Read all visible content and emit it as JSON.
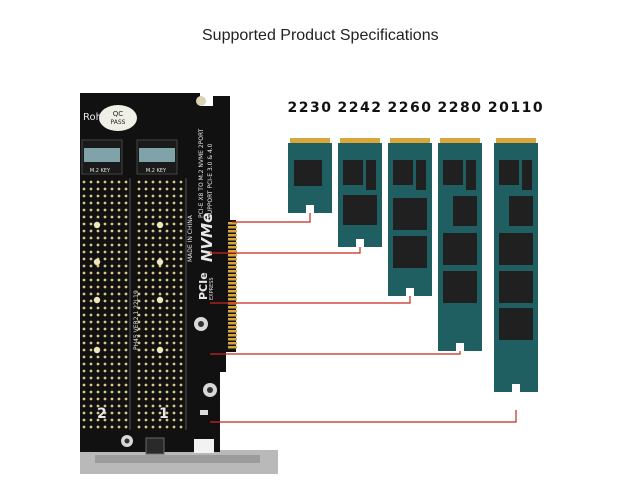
{
  "heading": "Supported Product Specifications",
  "colors": {
    "board": "#111111",
    "ssd_pcb": "#1f5f62",
    "ssd_chip": "#202020",
    "gold": "#d8a63a",
    "red_line": "#c8281e",
    "bracket": "#b9b9b9"
  },
  "board": {
    "top_text": "Roh",
    "qc_badge": [
      "QC",
      "PASS"
    ],
    "slot_labels": [
      "M.2 KEY",
      "M.2 KEY"
    ],
    "vertical_text_1": "PCI-E X8 TO M.2 NVME 2PORT",
    "vertical_text_2": "SUPPORT PCI-E 3.0 & 4.0",
    "made_in": "MADE IN CHINA",
    "model": "PH45 VER2.1 22L19",
    "nvme_logo": "NVMe",
    "pcie_logo": [
      "PCIe",
      "EXPRESS"
    ],
    "slot_numbers": [
      "2",
      "1"
    ]
  },
  "ssd_sizes": [
    "2230",
    "2242",
    "2260",
    "2280",
    "20110"
  ]
}
